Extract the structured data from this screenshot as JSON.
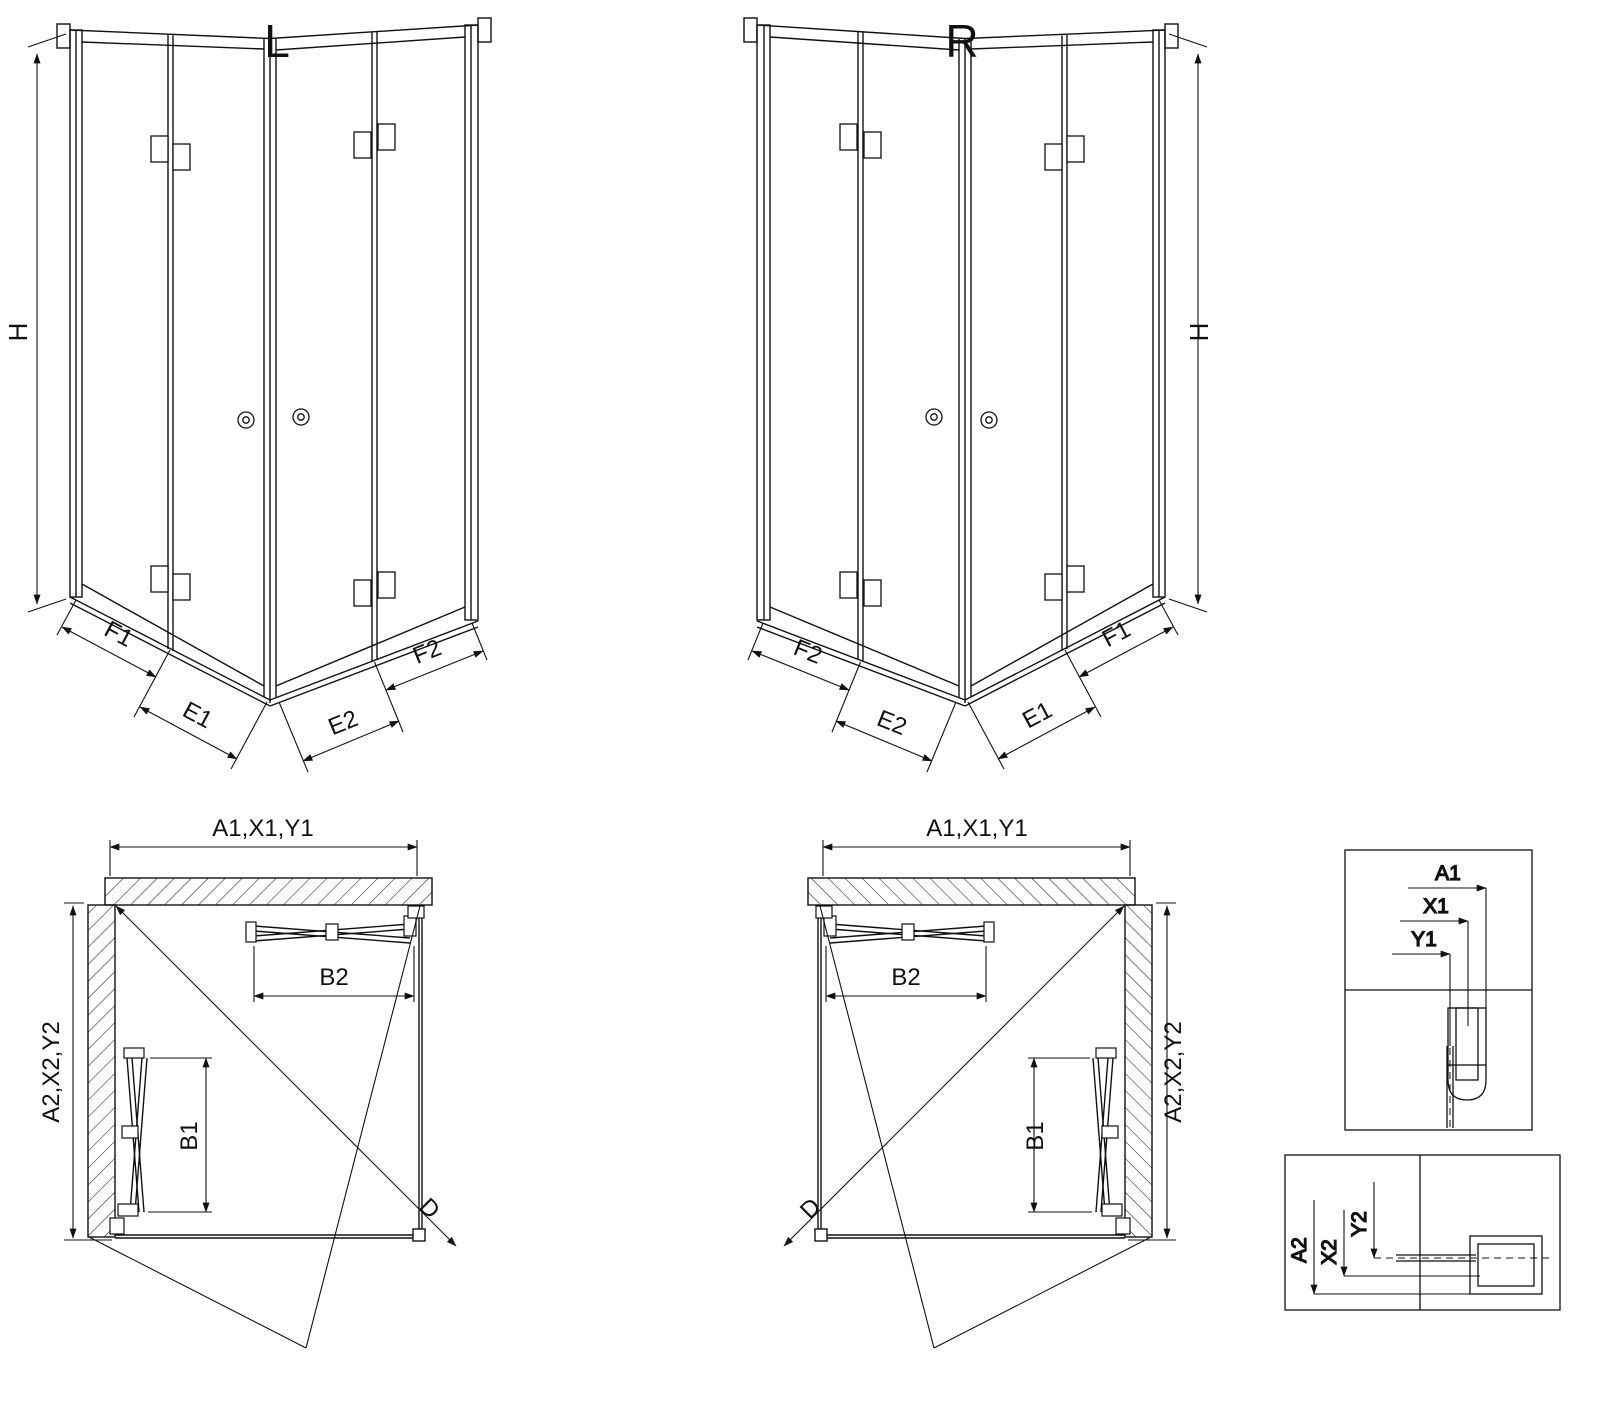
{
  "colors": {
    "background": "#ffffff",
    "line": "#111111"
  },
  "elevation_left": {
    "title": "L",
    "dim_height": "H",
    "dim_f1": "F1",
    "dim_e1": "E1",
    "dim_e2": "E2",
    "dim_f2": "F2"
  },
  "elevation_right": {
    "title": "R",
    "dim_height": "H",
    "dim_f1": "F1",
    "dim_e1": "E1",
    "dim_e2": "E2",
    "dim_f2": "F2"
  },
  "plan_left": {
    "dim_top": "A1,X1,Y1",
    "dim_side": "A2,X2,Y2",
    "dim_b2": "B2",
    "dim_b1": "B1",
    "dim_diagonal": "D"
  },
  "plan_right": {
    "dim_top": "A1,X1,Y1",
    "dim_side": "A2,X2,Y2",
    "dim_b2": "B2",
    "dim_b1": "B1",
    "dim_diagonal": "D"
  },
  "detail_horizontal": {
    "dim_a1": "A1",
    "dim_x1": "X1",
    "dim_y1": "Y1"
  },
  "detail_vertical": {
    "dim_a2": "A2",
    "dim_x2": "X2",
    "dim_y2": "Y2"
  }
}
